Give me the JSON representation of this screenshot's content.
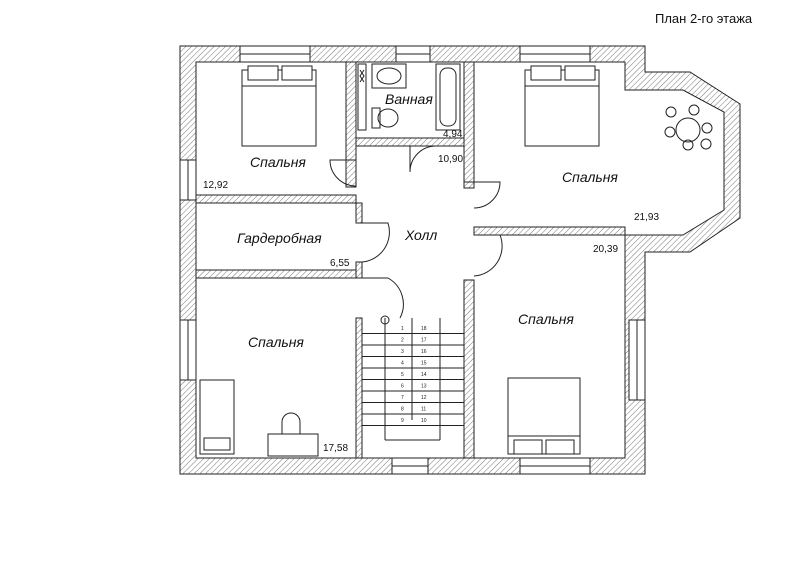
{
  "title": "План 2-го этажа",
  "rooms": [
    {
      "id": "bedroom-nw",
      "name": "Спальня",
      "area": "12,92"
    },
    {
      "id": "bathroom",
      "name": "Ванная",
      "area": "4,94"
    },
    {
      "id": "bedroom-ne",
      "name": "Спальня",
      "area": "21,93"
    },
    {
      "id": "wardrobe",
      "name": "Гардеробная",
      "area": "6,55"
    },
    {
      "id": "hall",
      "name": "Холл",
      "area": "10,90"
    },
    {
      "id": "bedroom-sw",
      "name": "Спальня",
      "area": "17,58"
    },
    {
      "id": "bedroom-se",
      "name": "Спальня",
      "area": "20,39"
    }
  ],
  "stairs": {
    "left_steps": [
      "1",
      "2",
      "3",
      "4",
      "5",
      "6",
      "7",
      "8",
      "9"
    ],
    "right_steps": [
      "18",
      "17",
      "16",
      "15",
      "14",
      "13",
      "12",
      "11",
      "10"
    ]
  }
}
